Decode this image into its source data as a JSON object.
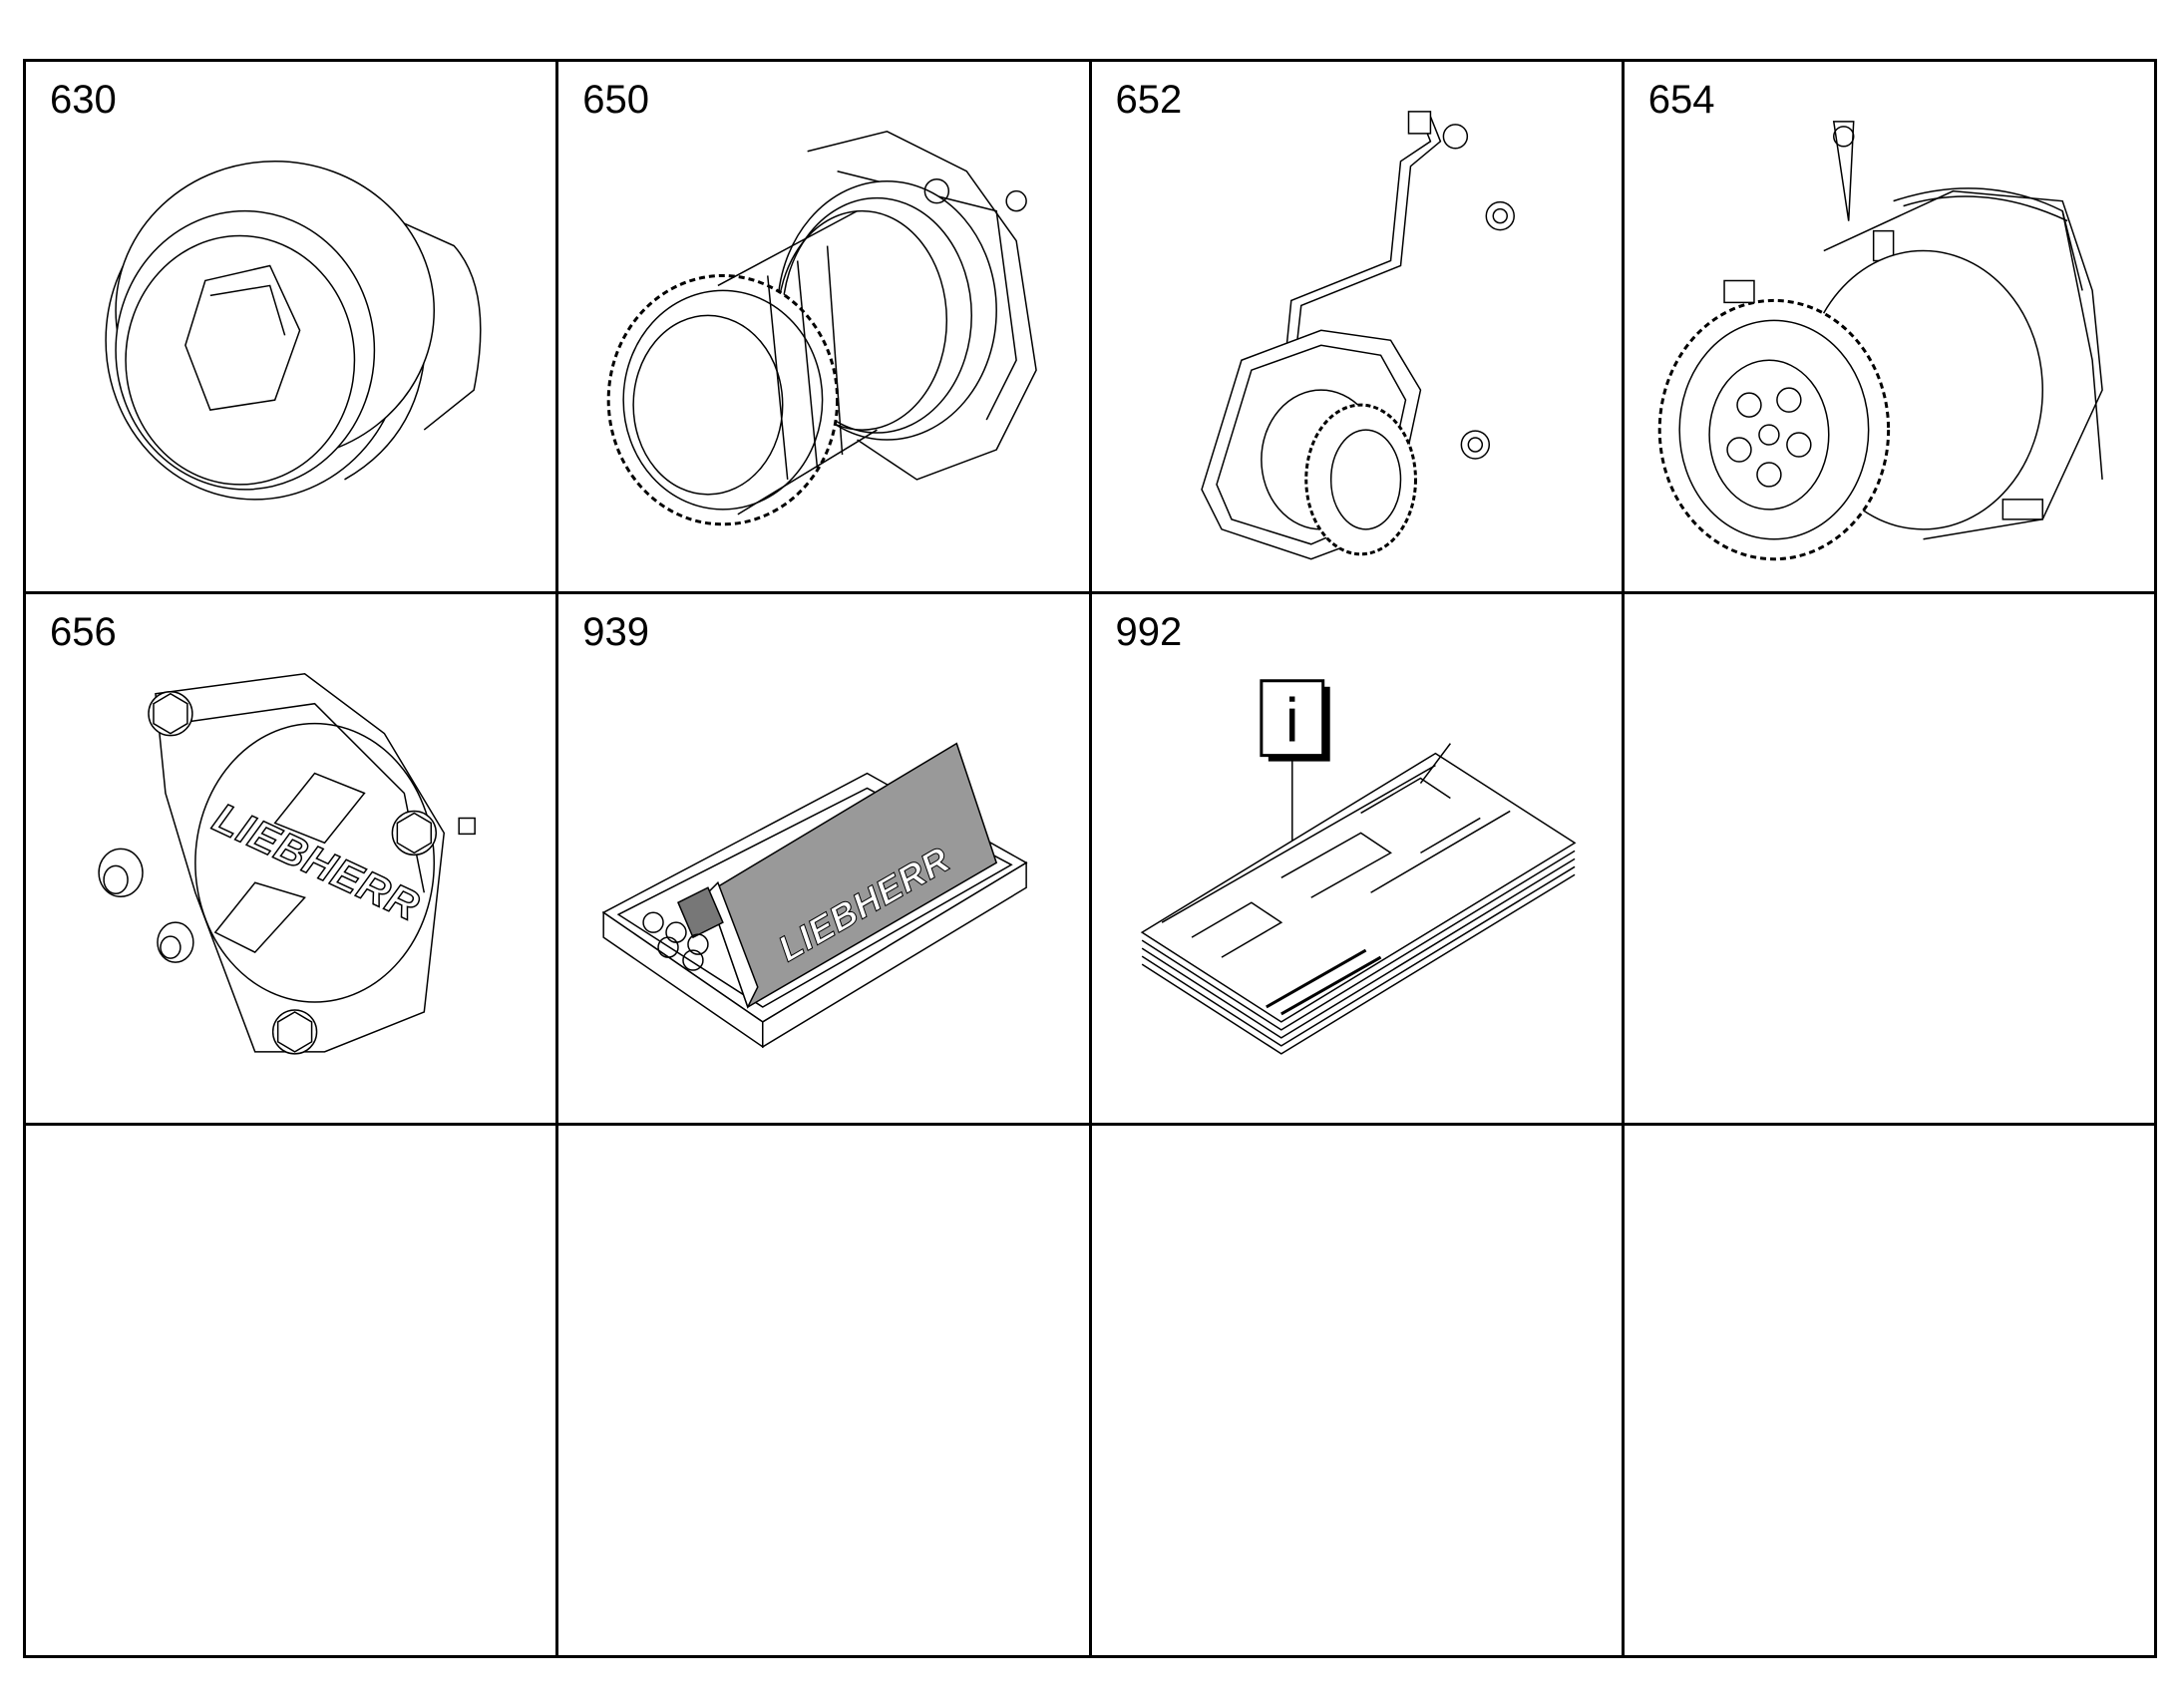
{
  "cells": [
    {
      "label": "630",
      "part": "screw-plug"
    },
    {
      "label": "650",
      "part": "gear-pump-assembly"
    },
    {
      "label": "652",
      "part": "pump-with-line"
    },
    {
      "label": "654",
      "part": "pump-assembly-with-lines"
    },
    {
      "label": "656",
      "part": "cover-plate-kit",
      "logo_text": "LIEBHERR"
    },
    {
      "label": "939",
      "part": "original-parts-box",
      "logo_text": "LIEBHERR"
    },
    {
      "label": "992",
      "part": "information-documents",
      "info_glyph": "i"
    },
    {
      "label": "",
      "part": ""
    },
    {
      "label": "",
      "part": ""
    },
    {
      "label": "",
      "part": ""
    },
    {
      "label": "",
      "part": ""
    },
    {
      "label": "",
      "part": ""
    }
  ],
  "colors": {
    "line": "#000000",
    "background": "#ffffff",
    "shade": "#999999"
  }
}
